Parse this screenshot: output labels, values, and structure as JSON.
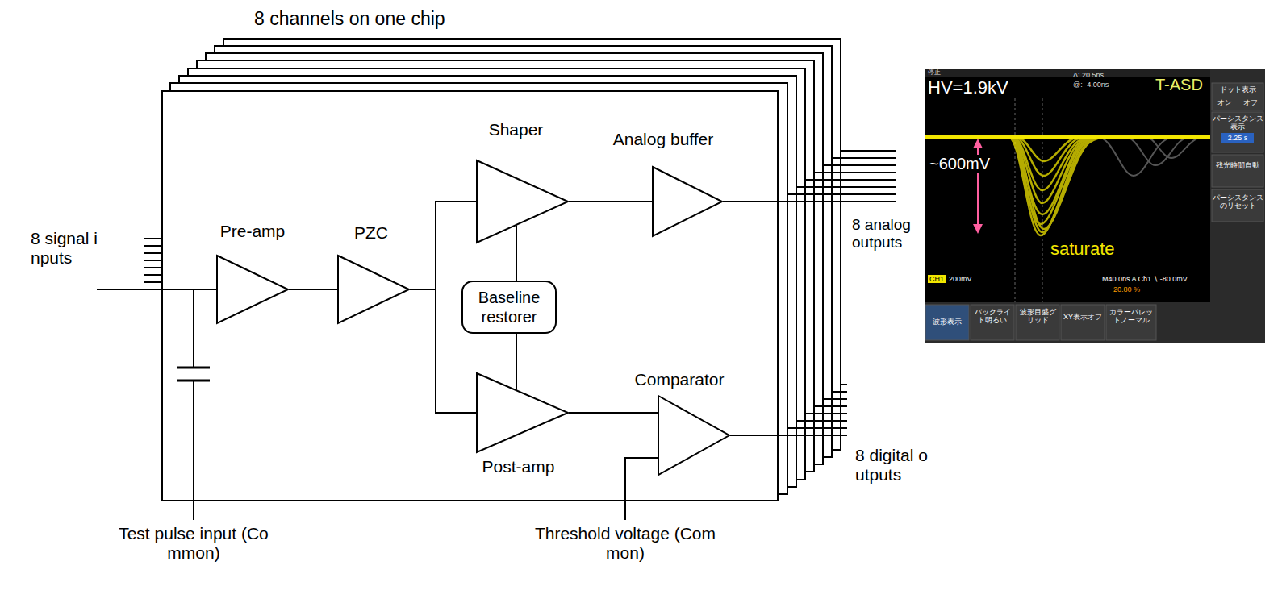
{
  "diagram": {
    "nodes": [
      {
        "text": [
          "8 channels on one chip"
        ]
      },
      {
        "text": [
          "Pre-amp"
        ],
        "in": 0
      },
      {
        "text": [
          "PZC"
        ],
        "in": 0
      },
      {
        "text": [
          "Shaper"
        ],
        "in": 0
      },
      {
        "text": [
          "Analog buffer"
        ],
        "in": 0
      },
      {
        "text": [
          "Baseline restorer"
        ],
        "in": 0
      },
      {
        "text": [
          "Post-amp"
        ],
        "in": 0
      },
      {
        "text": [
          "Comparator"
        ],
        "in": 0
      }
    ],
    "edges": [
      {
        "from": 1,
        "to": 2,
        "arrow": "none"
      },
      {
        "from": 2,
        "to": 3,
        "arrow": "none"
      },
      {
        "from": 2,
        "to": 6,
        "arrow": "none"
      },
      {
        "from": 3,
        "to": 4,
        "arrow": "none"
      },
      {
        "from": 3,
        "to": 5,
        "arrow": "none"
      },
      {
        "from": 5,
        "to": 6,
        "arrow": "none"
      },
      {
        "from": 6,
        "to": 7,
        "arrow": "none"
      }
    ],
    "labels": [
      "8 signal inputs",
      "8 analog outputs",
      "8 digital outputs",
      "Test pulse input (Common)",
      "Threshold voltage (Common)",
      "停止",
      "HV=1.9kV",
      "Δ: 20.5ns",
      "@: -4.00ns",
      "T-ASD",
      "~600mV",
      "saturate",
      "CH1",
      "200mV",
      "M40.0ns A Ch1 ∖ -80.0mV",
      "20.80 %",
      "ドット表示",
      "オン",
      "オフ",
      "パーシスタンス表示",
      "2.25 s",
      "残光時間自動",
      "パーシスタンスのリセット",
      "波形表示",
      "バックライト明るい",
      "波形目盛グリッド",
      "XY表示オフ",
      "カラーパレットノーマル"
    ]
  }
}
